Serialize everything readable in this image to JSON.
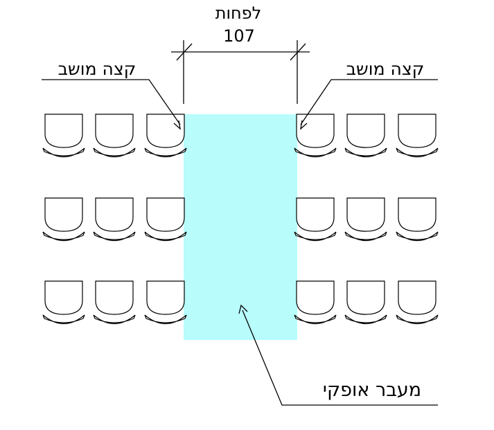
{
  "labels": {
    "min_text": "לפחות",
    "dimension_value": "107",
    "seat_edge_left": "קצה מושב",
    "seat_edge_right": "קצה מושב",
    "aisle_label": "מעבר אופקי"
  },
  "colors": {
    "aisle_fill": "#b8fcfc",
    "ink": "#000000",
    "background": "#ffffff"
  },
  "seating": {
    "rows": 3,
    "seats_per_side": 3
  }
}
